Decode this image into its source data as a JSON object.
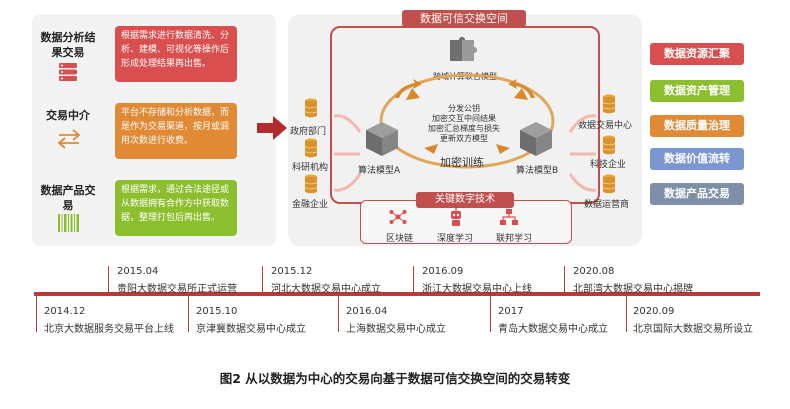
{
  "modes": [
    {
      "title": "数据分析结果交易",
      "desc": "根据需求进行数据清洗、分析、建模、可视化等操作后形成处理结果再出售。",
      "color": "#d94f4f"
    },
    {
      "title": "交易中介",
      "desc": "平台不存储和分析数据，而是作为交易渠道，按月或调用次数进行收费。",
      "color": "#e08a36"
    },
    {
      "title": "数据产品交易",
      "desc": "根据需求，通过合法途径或从数据拥有合作方中获取数据，整理打包后再出售。",
      "color": "#8cbf2e"
    }
  ],
  "center": {
    "space_title": "数据可信交换空间",
    "cross_domain": "跨域计算联合模型",
    "steps": [
      "分发公钥",
      "加密交互中间结果",
      "加密汇总梯度与损失",
      "更新双方模型"
    ],
    "encrypt_train": "加密训练",
    "model_a": "算法模型A",
    "model_b": "算法模型B",
    "tech_title": "关键数字技术",
    "techs": [
      "区块链",
      "深度学习",
      "联邦学习"
    ],
    "left_actors": [
      "政府部门",
      "科研机构",
      "金融企业"
    ],
    "right_actors": [
      "数据交易中心",
      "科技企业",
      "数据运营商"
    ]
  },
  "right_tags": [
    {
      "label": "数据资源汇聚",
      "color": "#d94f4f"
    },
    {
      "label": "数据资产管理",
      "color": "#8cbf2e"
    },
    {
      "label": "数据质量治理",
      "color": "#e08a36"
    },
    {
      "label": "数据价值流转",
      "color": "#7b97d1"
    },
    {
      "label": "数据产品交易",
      "color": "#7f8fa8"
    }
  ],
  "timeline": {
    "top": [
      {
        "date": "2015.04",
        "event": "贵阳大数据交易所正式运营"
      },
      {
        "date": "2015.12",
        "event": "河北大数据交易中心成立"
      },
      {
        "date": "2016.09",
        "event": "浙江大数据交易中心上线"
      },
      {
        "date": "2020.08",
        "event": "北部湾大数据交易中心揭牌"
      }
    ],
    "bottom": [
      {
        "date": "2014.12",
        "event": "北京大数据服务交易平台上线"
      },
      {
        "date": "2015.10",
        "event": "京津冀数据交易中心成立"
      },
      {
        "date": "2016.04",
        "event": "上海数据交易中心成立"
      },
      {
        "date": "2017",
        "event": "青岛大数据交易中心成立"
      },
      {
        "date": "2020.09",
        "event": "北京国际大数据交易所设立"
      }
    ]
  },
  "caption": "图2  从以数据为中心的交易向基于数据可信交换空间的交易转变"
}
